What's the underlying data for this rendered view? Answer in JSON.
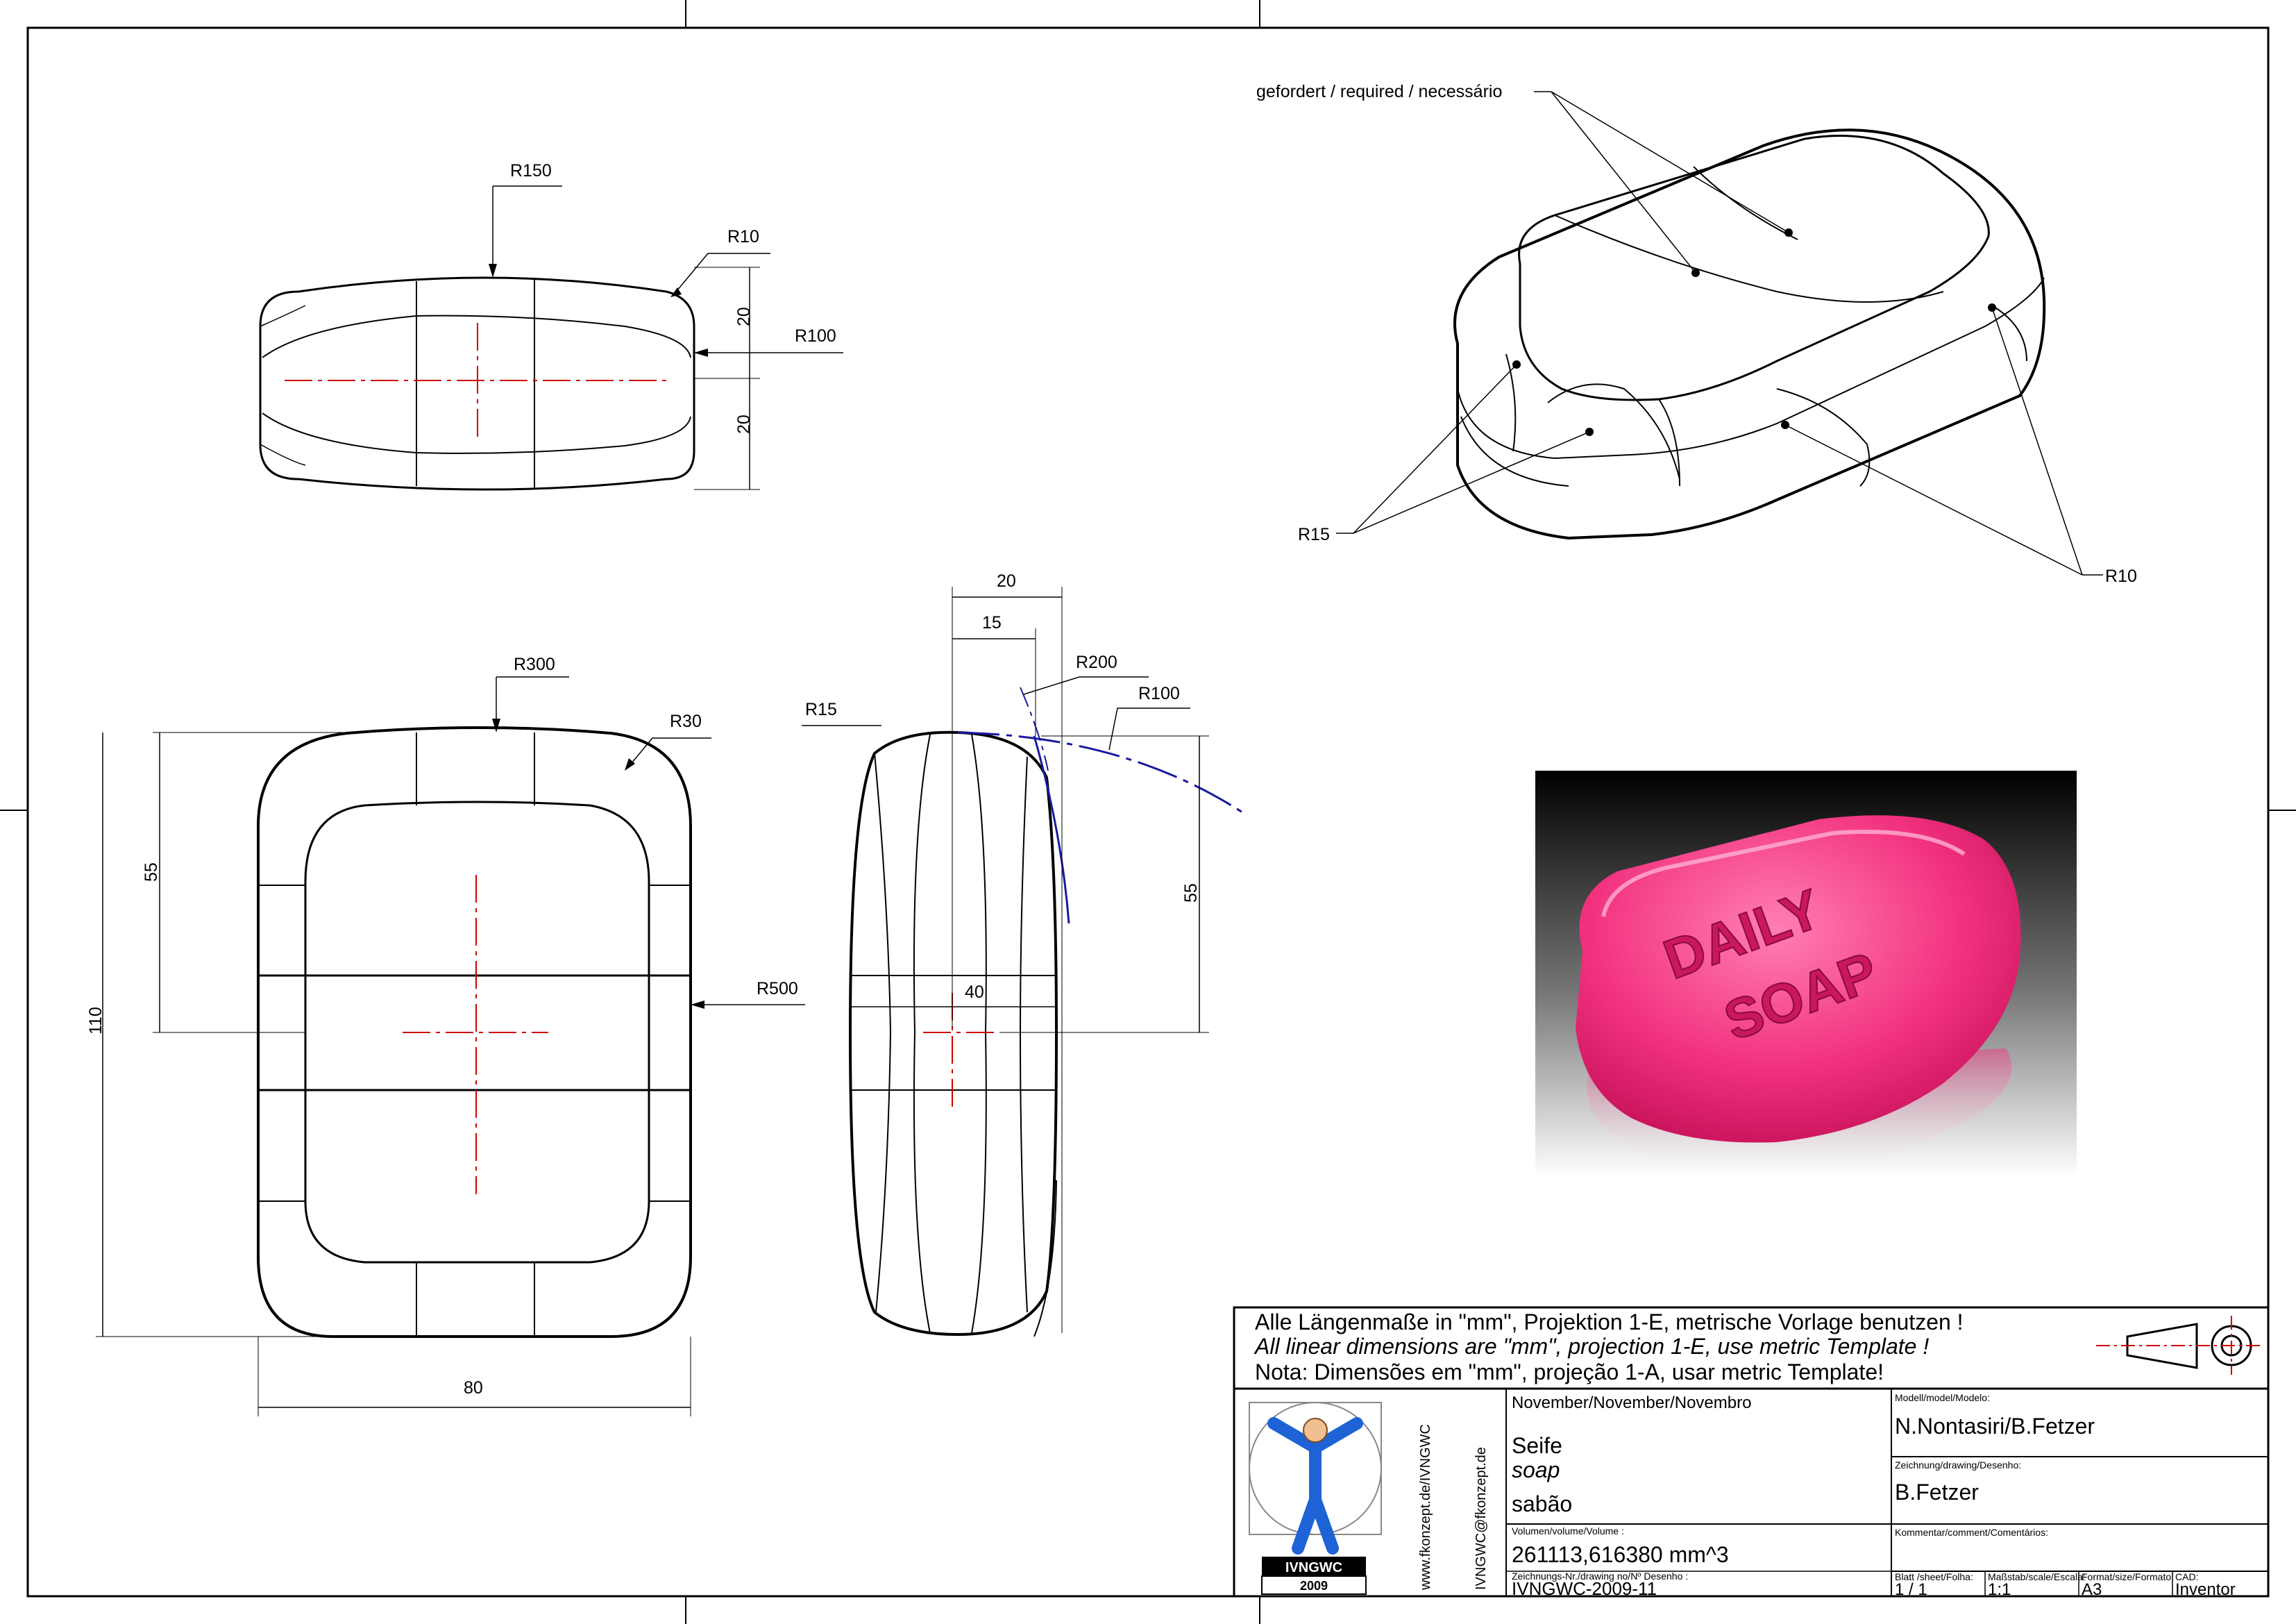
{
  "views": {
    "top": {
      "r150": "R150",
      "r10": "R10",
      "r100": "R100",
      "dim20a": "20",
      "dim20b": "20"
    },
    "front": {
      "r300": "R300",
      "r30": "R30",
      "r500": "R500",
      "dim55": "55",
      "dim110": "110",
      "dim80": "80"
    },
    "side": {
      "r15": "R15",
      "r200": "R200",
      "r100": "R100",
      "dim20": "20",
      "dim15": "15",
      "dim55": "55",
      "dim40": "40"
    },
    "iso": {
      "required": "gefordert / required / necessário",
      "r15": "R15",
      "r10": "R10"
    }
  },
  "render": {
    "line1": "DAILY",
    "line2": "SOAP",
    "colors": {
      "soap": "#f2327f",
      "background_top": "#000000",
      "background_bottom": "#ffffff"
    }
  },
  "title_block": {
    "note_de": "Alle Längenmaße in \"mm\", Projektion 1-E, metrische Vorlage benutzen !",
    "note_en": "All linear dimensions are \"mm\", projection 1-E, use metric Template !",
    "note_pt": "Nota: Dimensões em \"mm\", projeção 1-A, usar metric Template!",
    "date_label": "November/November/Novembro",
    "title_de": "Seife",
    "title_en": "soap",
    "title_pt": "sabão",
    "volume_label": "Volumen/volume/Volume :",
    "volume": "261113,616380 mm^3",
    "drawing_no_label": "Zeichnungs-Nr./drawing no/Nº Desenho :",
    "drawing_no": "IVNGWC-2009-11",
    "model_label": "Modell/model/Modelo:",
    "model": "N.Nontasiri/B.Fetzer",
    "drawing_label": "Zeichnung/drawing/Desenho:",
    "drawing": "B.Fetzer",
    "comment_label": "Kommentar/comment/Comentários:",
    "sheet_label": "Blatt /sheet/Folha:",
    "sheet": "1  /  1",
    "scale_label": "Maßstab/scale/Escala:",
    "scale": "1:1",
    "format_label": "Format/size/Formato:",
    "format": "A3",
    "cad_label": "CAD:",
    "cad": "Inventor",
    "logo_name": "IVNGWC",
    "logo_year": "2009",
    "web": "www.fkonzept.de/IVNGWC",
    "email": "IVNGWC@fkonzept.de"
  }
}
